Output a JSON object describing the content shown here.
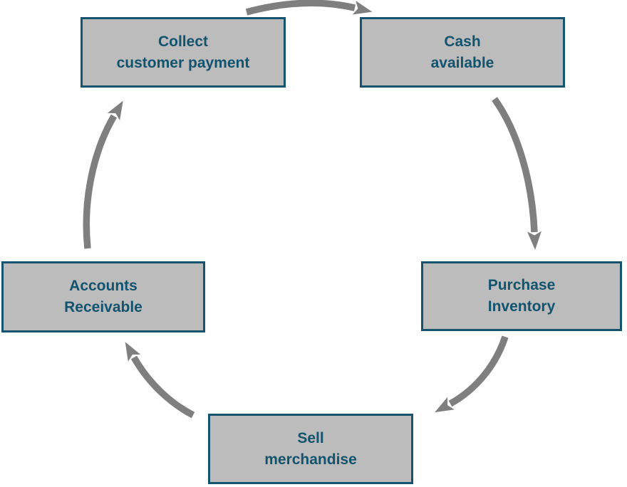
{
  "diagram": {
    "type": "cycle",
    "colors": {
      "box_fill": "#bcbcbc",
      "box_border": "#15536f",
      "text": "#12536e",
      "arrow": "#7f7f7f",
      "background": "#ffffff"
    },
    "nodes": [
      {
        "id": "collect",
        "line1": "Collect",
        "line2": "customer payment"
      },
      {
        "id": "cash",
        "line1": "Cash",
        "line2": "available"
      },
      {
        "id": "accounts",
        "line1": "Accounts",
        "line2": "Receivable"
      },
      {
        "id": "purchase",
        "line1": "Purchase",
        "line2": "Inventory"
      },
      {
        "id": "sell",
        "line1": "Sell",
        "line2": "merchandise"
      }
    ],
    "edges": [
      {
        "from": "collect",
        "to": "cash"
      },
      {
        "from": "cash",
        "to": "purchase"
      },
      {
        "from": "purchase",
        "to": "sell"
      },
      {
        "from": "sell",
        "to": "accounts"
      },
      {
        "from": "accounts",
        "to": "collect"
      }
    ]
  }
}
